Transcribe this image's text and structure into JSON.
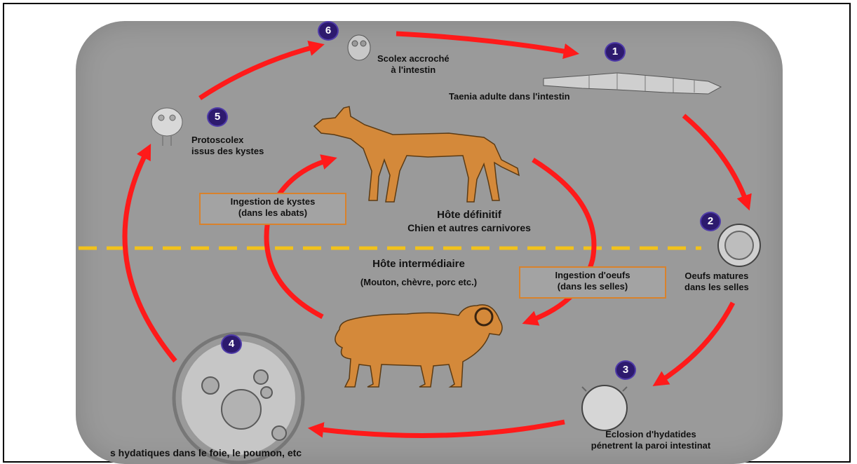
{
  "stages": {
    "s1": {
      "number": "1",
      "line1": "Taenia adulte dans l'intestin"
    },
    "s2": {
      "number": "2",
      "line1": "Oeufs matures",
      "line2": "dans les selles"
    },
    "s3": {
      "number": "3",
      "line1": "Eclosion d'hydatides",
      "line2": "pénetrent la paroi intestinat"
    },
    "s4": {
      "number": "4",
      "line1": "s hydatiques dans le foie, le poumon, etc"
    },
    "s5": {
      "number": "5",
      "line1": "Protoscolex",
      "line2": "issus des kystes"
    },
    "s6": {
      "number": "6",
      "line1": "Scolex accroché",
      "line2": "à l'intestin"
    }
  },
  "hosts": {
    "definitive": {
      "title": "Hôte définitif",
      "subtitle": "Chien et autres carnivores"
    },
    "intermediate": {
      "title": "Hôte intermédiaire",
      "subtitle": "(Mouton, chèvre, porc etc.)"
    }
  },
  "boxes": {
    "cysts": {
      "line1": "Ingestion de kystes",
      "line2": "(dans les abats)"
    },
    "eggs": {
      "line1": "Ingestion d'oeufs",
      "line2": "(dans les selles)"
    }
  },
  "colors": {
    "arrow": "#ff1a1a",
    "animal": "#d4893a",
    "divider": "#f2c21b",
    "badge": "#2d1a6e",
    "box_border": "#d9822b"
  }
}
